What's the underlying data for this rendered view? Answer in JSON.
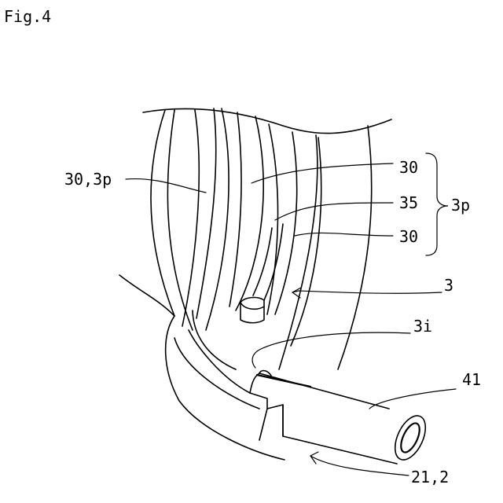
{
  "figure": {
    "title": "Fig.4",
    "labels": {
      "l_30_3p": "30,3p",
      "l_30a": "30",
      "l_35": "35",
      "l_30b": "30",
      "l_3p": "3p",
      "l_3": "3",
      "l_3i": "3i",
      "l_41": "41",
      "l_21_2": "21,2"
    }
  }
}
